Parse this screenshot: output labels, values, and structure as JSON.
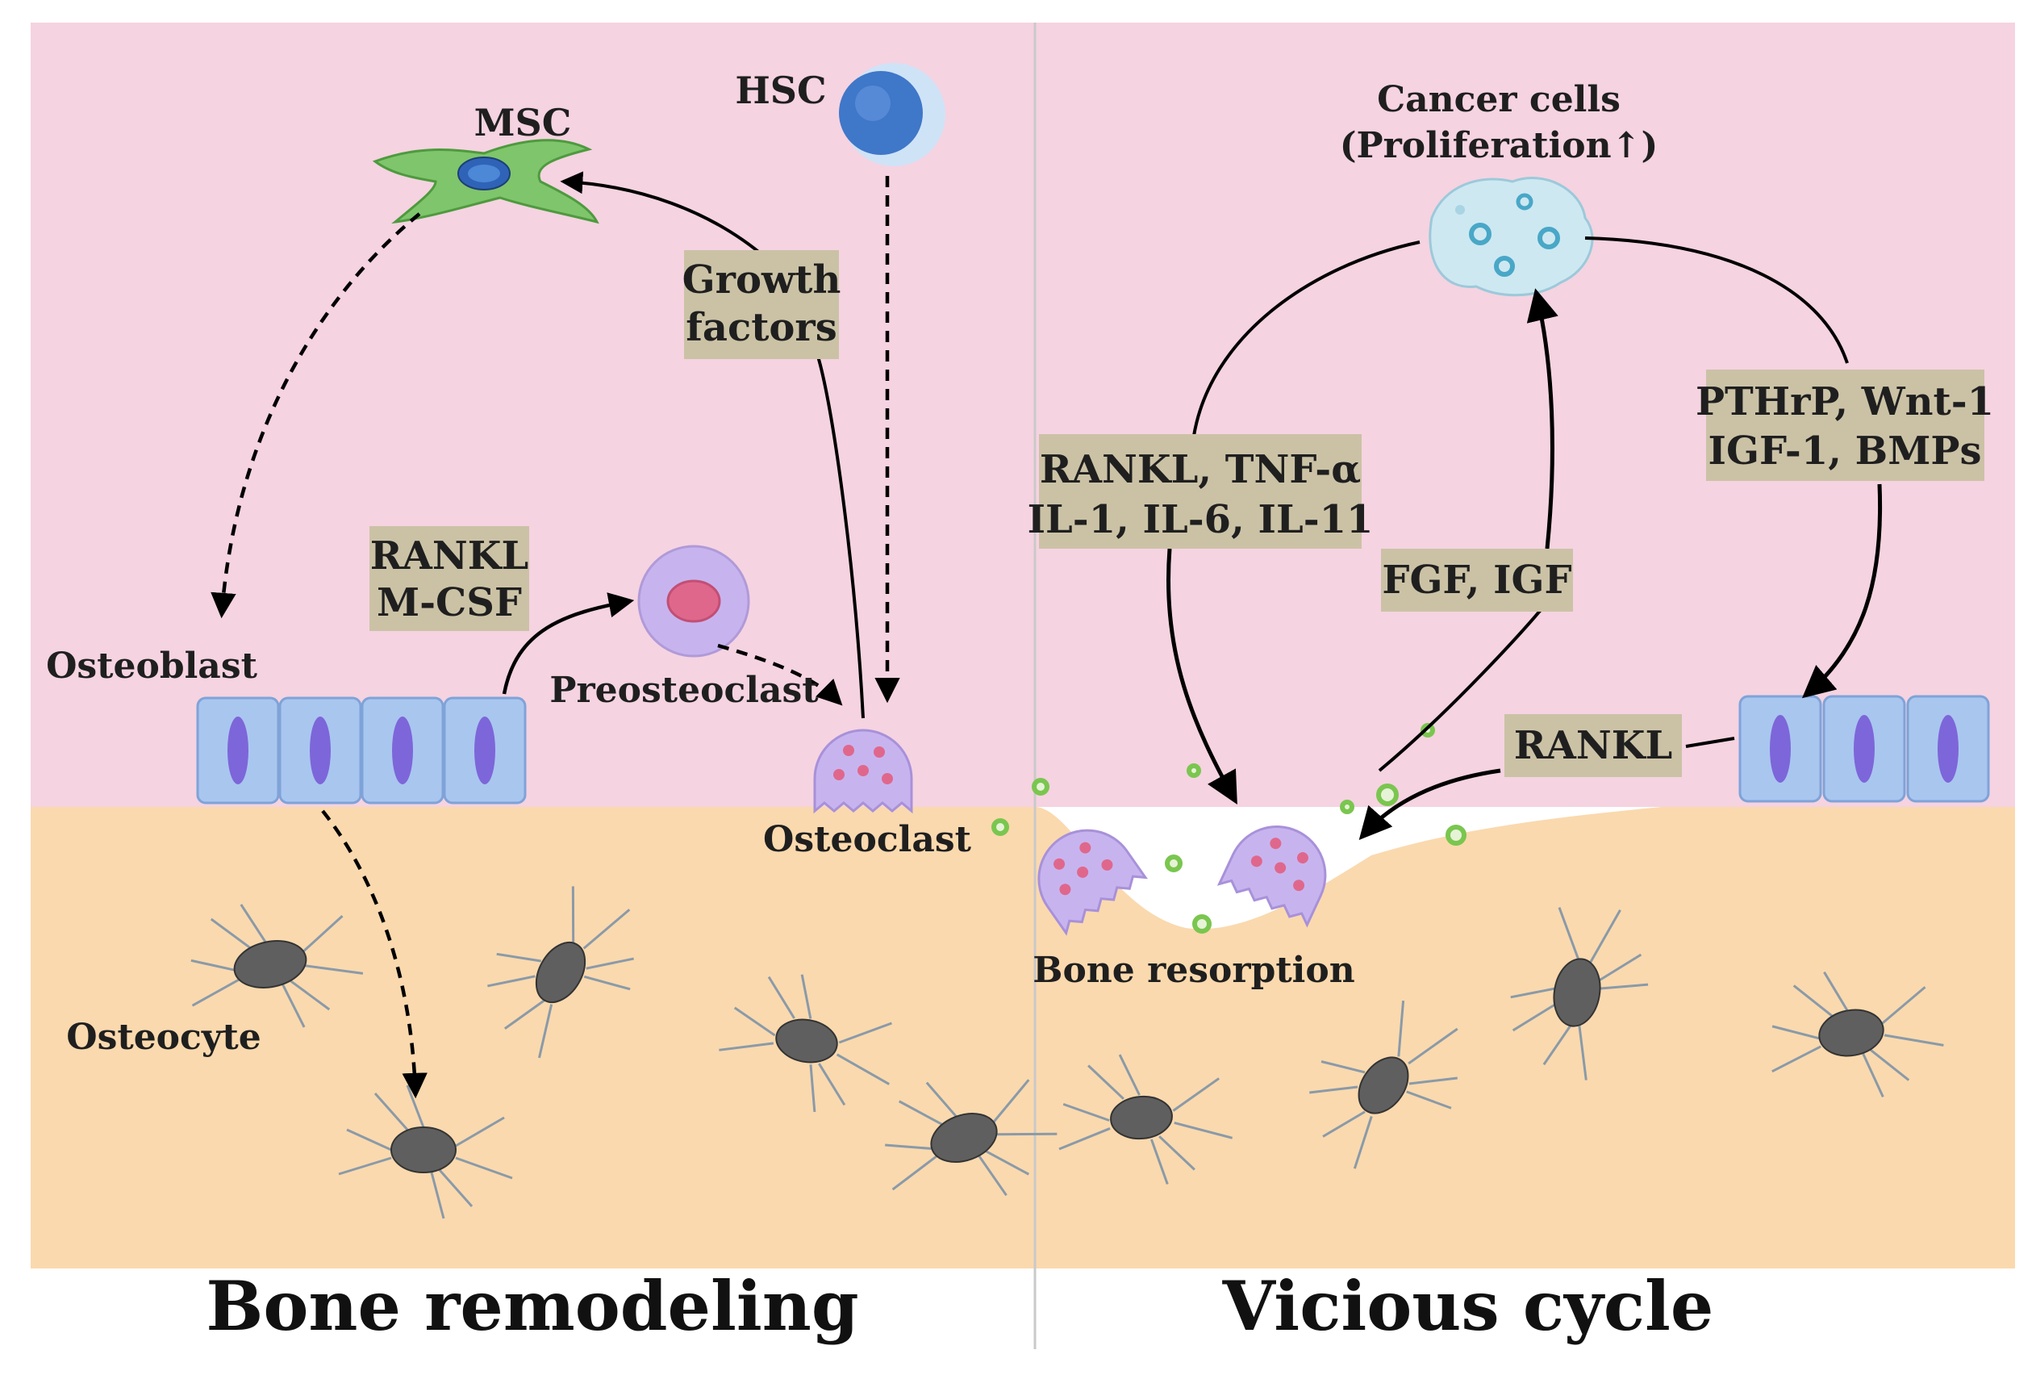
{
  "panels": {
    "left_title": "Bone remodeling",
    "right_title": "Vicious cycle"
  },
  "cells": {
    "msc": "MSC",
    "hsc": "HSC",
    "osteoblast": "Osteoblast",
    "preosteoclast": "Preosteoclast",
    "osteoclast": "Osteoclast",
    "osteocyte": "Osteocyte",
    "cancer_line1": "Cancer cells",
    "cancer_line2": "(Proliferation↑)",
    "bone_resorption": "Bone resorption"
  },
  "factors": {
    "growth_line1": "Growth",
    "growth_line2": "factors",
    "rankl_mcsf_line1": "RANKL",
    "rankl_mcsf_line2": "M-CSF",
    "rankl_tnf_line1": "RANKL, TNF-α",
    "rankl_tnf_line2": "IL-1, IL-6, IL-11",
    "fgf_igf": "FGF, IGF",
    "pthrp_line1": "PTHrP, Wnt-1",
    "pthrp_line2": "IGF-1, BMPs",
    "rankl_right": "RANKL"
  },
  "colors": {
    "marrow": "#f5d3e1",
    "bone": "#fad9ae",
    "factor_box": "#cbc2a6",
    "osteoblast": "#a9c6ef",
    "osteoclast": "#c7b4ef",
    "osteocyte": "#5f5f5f",
    "msc": "#7fc56b",
    "hsc": "#3f77c9",
    "cancer": "#cde8f1",
    "particle": "#7ac64f"
  }
}
